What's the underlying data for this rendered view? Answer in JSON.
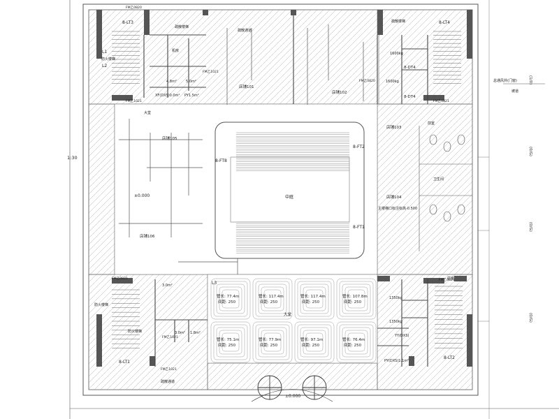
{
  "scale_label": "1:30",
  "axis_labels": [
    "(1/0)",
    "(0/G)",
    "(0/G)",
    "(0/G)"
  ],
  "right_note": "总通风井(门窗)",
  "right_note_sub": "坡道",
  "stair_ids": [
    "8-LT3",
    "8-LT4",
    "8-LT1",
    "8-LT2"
  ],
  "lift_ids": [
    "8-DT4",
    "8-DT4"
  ],
  "escalator_ids": [
    "8-FT2",
    "8-FT8",
    "8-FT1"
  ],
  "levels": [
    "±0.000",
    "±0.000"
  ],
  "ramp_note": "主楼梯口标注标高-0.500",
  "atrium_label": "中庭",
  "room_labels": {
    "room_b": "大堂",
    "machine": "机房",
    "stair_l": "L1",
    "stair_l2": "L2",
    "sw_shop": "店铺105",
    "sw_shop2": "店铺106",
    "n_shop1": "店铺101",
    "n_shop2": "店铺102",
    "e_shop1": "店铺103",
    "e_shop2": "店铺104",
    "nw_fire": "疏散楼梯",
    "ne_fire": "疏散楼梯",
    "tl_stair": "防火楼梯",
    "left_stair": "防火楼梯",
    "left_stair2": "防火楼梯",
    "bottom_fire": "疏散通道",
    "top_fire": "疏散通道",
    "toilet": "卫生间",
    "lobby": "大堂",
    "ne_hall": "前室",
    "se_hall": "前室",
    "grid_marker": "L3"
  },
  "areas": {
    "nw_a": "4.8m²",
    "nw_b": "5.0m²",
    "nw_c": "XF(DXS)0.0m²",
    "nw_d": "PY1.5m²",
    "sw_a": "3.0m²",
    "sw_b": "1.8m²",
    "sw_c": "3.0m²",
    "se_a": "YY(DXS)",
    "se_b": "PY(DXS)1.1m²",
    "ne_a": "1600kg",
    "ne_b": "1600kg",
    "se_lift_a": "1350kg",
    "se_lift_b": "1350kg"
  },
  "heating_loops": [
    {
      "length": "管长: 77.4m",
      "spacing": "间距: 250"
    },
    {
      "length": "管长: 117.4m",
      "spacing": "间距: 250"
    },
    {
      "length": "管长: 117.4m",
      "spacing": "间距: 250"
    },
    {
      "length": "管长: 107.8m",
      "spacing": "间距: 250"
    },
    {
      "length": "管长: 75.1m",
      "spacing": "间距: 250"
    },
    {
      "length": "管长: 77.9m",
      "spacing": "间距: 250"
    },
    {
      "length": "管长: 97.1m",
      "spacing": "间距: 250"
    },
    {
      "length": "管长: 76.4m",
      "spacing": "间距: 250"
    }
  ],
  "door_codes": [
    "FM乙0820",
    "FM乙1021",
    "FM乙1021",
    "FM乙0820",
    "FM乙0821",
    "FM乙0821",
    "FM乙1021",
    "FM乙0821",
    "FM乙1021"
  ]
}
